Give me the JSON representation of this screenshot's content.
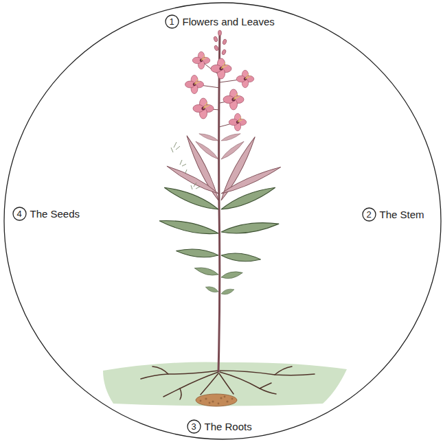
{
  "diagram": {
    "nodes": [
      {
        "text": [
          "1",
          "Flowers and Leaves"
        ]
      },
      {
        "text": [
          "2",
          "The Stem"
        ]
      },
      {
        "text": [
          "3",
          "The Roots"
        ]
      },
      {
        "text": [
          "4",
          "The Seeds"
        ]
      }
    ]
  }
}
